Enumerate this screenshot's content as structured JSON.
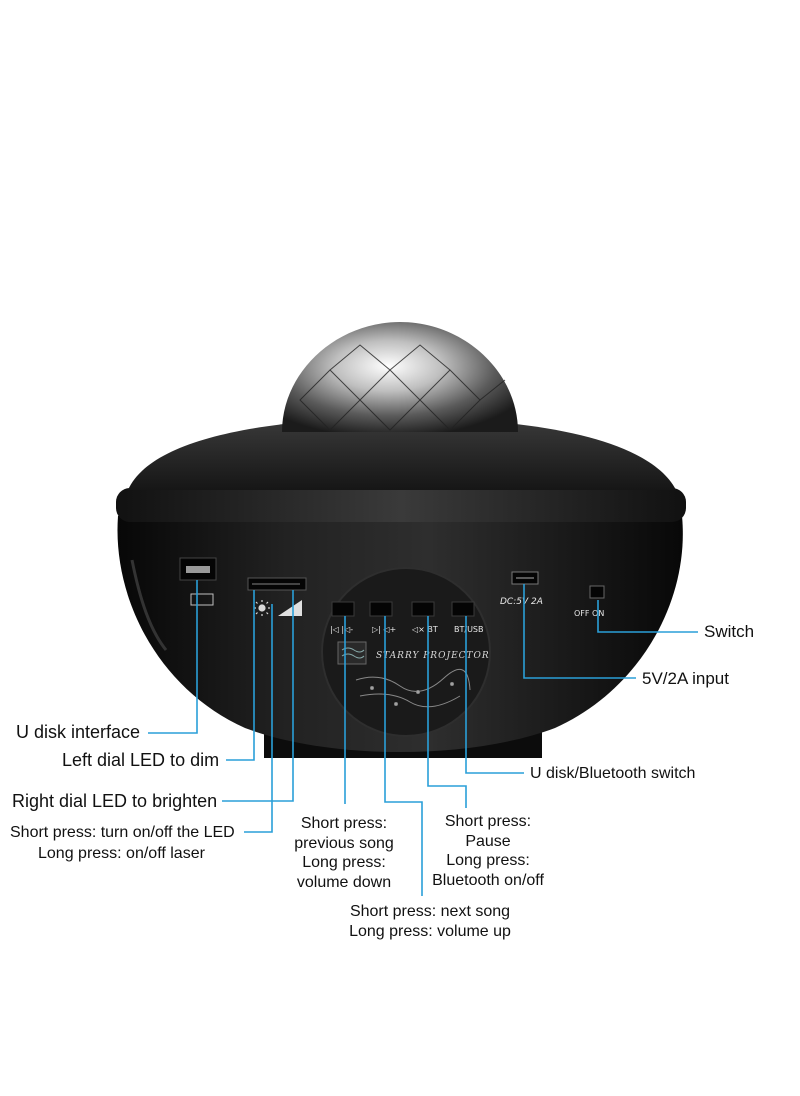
{
  "device": {
    "brand_text": "STARRY PROJECTOR",
    "power_label": "DC:5V 2A",
    "switch_label": "OFF ON",
    "buttons": [
      {
        "icon": "previous-track-volume-down-icon",
        "text": "|◁ |◁-"
      },
      {
        "icon": "next-track-volume-up-icon",
        "text": "▷| ◁+"
      },
      {
        "icon": "mute-bluetooth-icon",
        "text": "◁× BT"
      },
      {
        "icon": "mode-switch-icon",
        "text": "BT/USB"
      }
    ]
  },
  "labels": {
    "switch": "Switch",
    "input_5v": "5V/2A input",
    "u_disk_interface": "U disk interface",
    "left_dial": "Left dial LED to dim",
    "right_dial": "Right dial LED to brighten",
    "led_button_1": "Short press: turn on/off the LED",
    "led_button_2": "Long press: on/off laser",
    "u_disk_bt_switch": "U disk/Bluetooth switch",
    "prev_1": "Short press:",
    "prev_2": "previous song",
    "prev_3": "Long press:",
    "prev_4": "volume down",
    "pause_1": "Short press:",
    "pause_2": "Pause",
    "pause_3": "Long press:",
    "pause_4": "Bluetooth on/off",
    "next_1": "Short press: next song",
    "next_2": "Long press: volume up"
  },
  "colors": {
    "callout_line": "#2a9fd8",
    "body": "#161616",
    "background": "#ffffff"
  }
}
